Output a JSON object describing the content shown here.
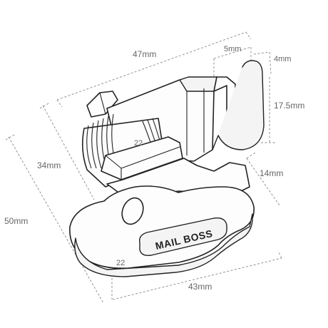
{
  "diagram": {
    "dimensions": {
      "overall_length": "47mm",
      "hook_width": "5mm",
      "hook_thickness": "4mm",
      "hook_height": "17.5mm",
      "body_height": "34mm",
      "nut_size": "22",
      "cam_thickness": "14mm",
      "overall_height": "50mm",
      "handle_height": "22",
      "handle_width": "43mm"
    },
    "brand_text": "MAIL BOSS"
  }
}
